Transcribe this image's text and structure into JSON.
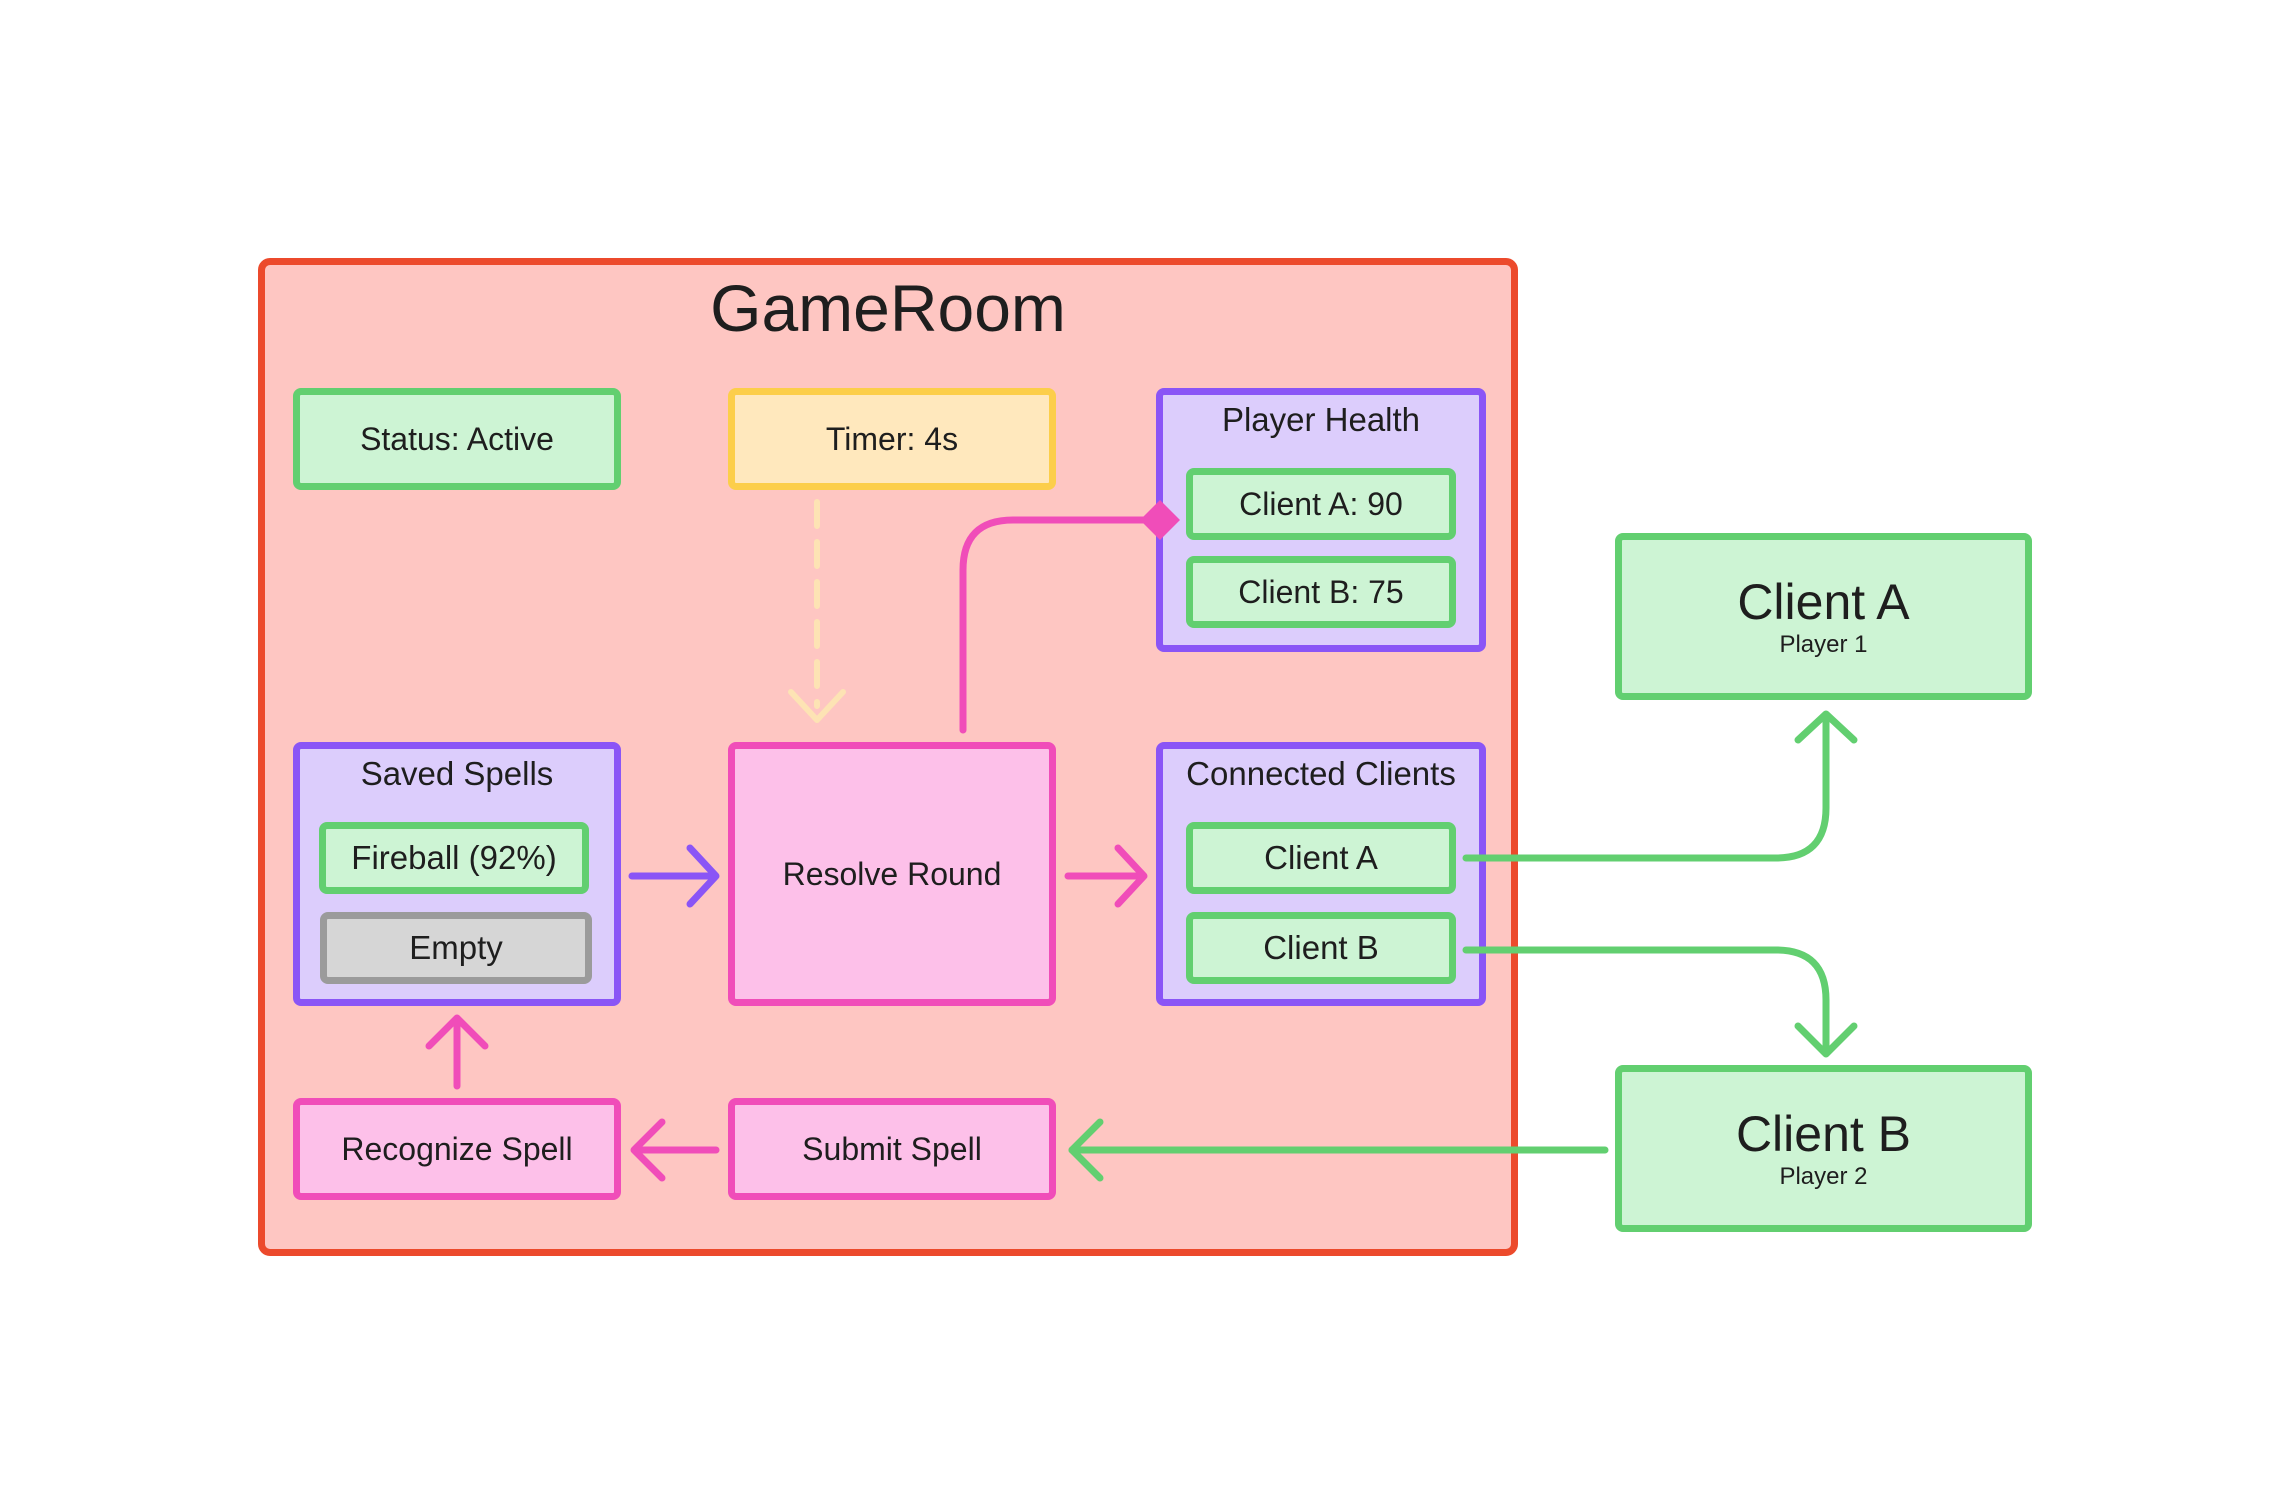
{
  "room": {
    "title": "GameRoom"
  },
  "status": "Status: Active",
  "timer": "Timer: 4s",
  "player_health": {
    "title": "Player Health",
    "client_a": "Client A: 90",
    "client_b": "Client B: 75"
  },
  "saved_spells": {
    "title": "Saved Spells",
    "slot_1": "Fireball (92%)",
    "slot_2": "Empty"
  },
  "resolve_round": "Resolve Round",
  "connected_clients": {
    "title": "Connected Clients",
    "client_a": "Client A",
    "client_b": "Client B"
  },
  "recognize_spell": "Recognize Spell",
  "submit_spell": "Submit Spell",
  "external_clients": {
    "client_a": {
      "name": "Client A",
      "role": "Player 1"
    },
    "client_b": {
      "name": "Client B",
      "role": "Player 2"
    }
  },
  "colors": {
    "room_fill": "#fec6c2",
    "room_stroke": "#ec4a2c",
    "green_fill": "#cdf4d4",
    "green_stroke": "#62cf70",
    "pink_fill": "#fdc0e9",
    "pink_stroke": "#f04db9",
    "purple_fill": "#dccdfc",
    "purple_stroke": "#8a55f6",
    "yellow_fill": "#ffe8bd",
    "yellow_stroke": "#fcce4a",
    "grey_fill": "#d6d6d6",
    "grey_stroke": "#9b9b9b"
  }
}
